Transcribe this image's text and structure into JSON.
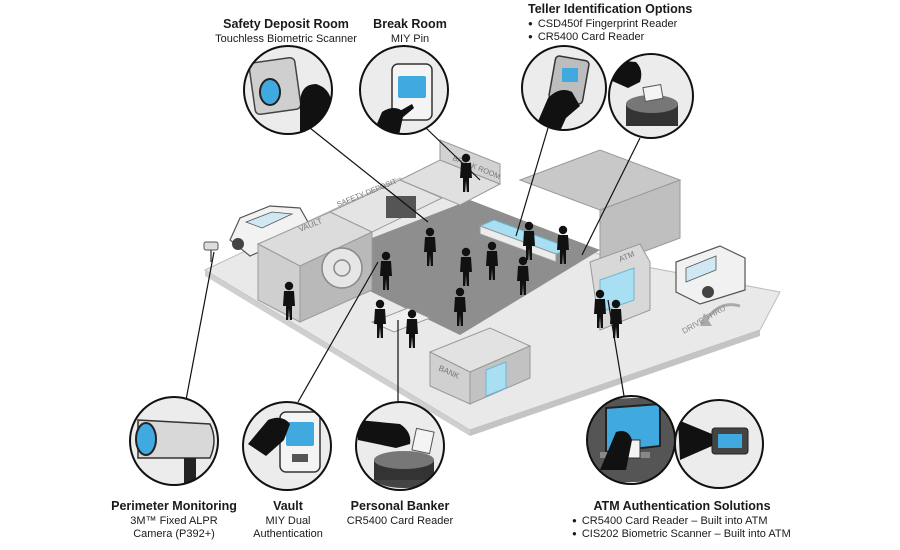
{
  "colors": {
    "floor": "#8e8e8e",
    "wall_light": "#e6e6e6",
    "wall_mid": "#cfcfcf",
    "wall_dark": "#b4b4b4",
    "glass": "#a9dff2",
    "screen": "#3fa9e0",
    "person": "#111111",
    "outline": "#333333"
  },
  "floor_labels": {
    "vault": "VAULT",
    "safety_deposit": "SAFETY DEPOSIT",
    "break_room": "BREAK ROOM",
    "atm": "ATM",
    "bank": "BANK",
    "drive_thru": "DRIVE THRU"
  },
  "callouts": {
    "safety_deposit": {
      "title": "Safety Deposit Room",
      "subtitle": "Touchless Biometric Scanner",
      "icon": "biometric-scanner-icon"
    },
    "break_room": {
      "title": "Break Room",
      "subtitle": "MIY Pin",
      "icon": "pin-reader-icon"
    },
    "teller": {
      "title": "Teller Identification Options",
      "items": [
        "CSD450f Fingerprint Reader",
        "CR5400 Card Reader"
      ],
      "icons": [
        "fingerprint-reader-icon",
        "card-reader-icon"
      ]
    },
    "perimeter": {
      "title": "Perimeter Monitoring",
      "subtitle_lines": [
        "3M™ Fixed ALPR",
        "Camera (P392+)"
      ],
      "icon": "alpr-camera-icon"
    },
    "vault": {
      "title": "Vault",
      "subtitle_lines": [
        "MIY Dual",
        "Authentication"
      ],
      "icon": "dual-auth-reader-icon"
    },
    "personal_banker": {
      "title": "Personal Banker",
      "subtitle": "CR5400 Card Reader",
      "icon": "card-reader-icon"
    },
    "atm_solutions": {
      "title": "ATM Authentication Solutions",
      "items": [
        "CR5400 Card Reader – Built into ATM",
        "CIS202 Biometric Scanner – Built into ATM"
      ],
      "icons": [
        "atm-card-reader-icon",
        "atm-biometric-scanner-icon"
      ]
    }
  }
}
